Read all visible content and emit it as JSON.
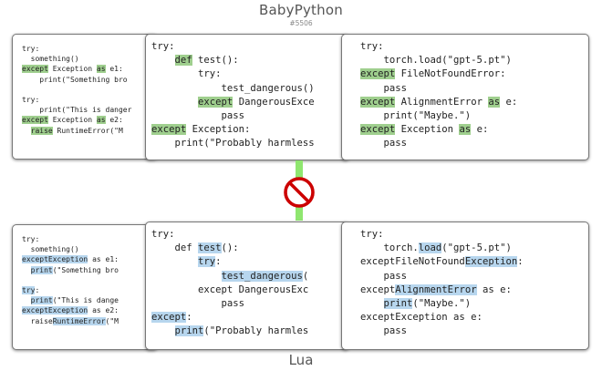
{
  "header": {
    "title": "BabyPython",
    "subtitle": "#5506"
  },
  "footer": {
    "title": "Lua"
  },
  "colors": {
    "python_highlight": "#9fcf8e",
    "lua_highlight": "#b7d6ee",
    "connector": "#8fe66f",
    "no_sign": "#cc0000"
  },
  "icons": {
    "connector_icon": "no-sign-icon"
  },
  "python": {
    "card1": [
      [
        "try:"
      ],
      [
        "  something()"
      ],
      [
        {
          "t": "except",
          "h": 1
        },
        " Exception ",
        {
          "t": "as",
          "h": 1
        },
        " e1:"
      ],
      [
        "    print(\"Something bro"
      ],
      [
        ""
      ],
      [
        "try:"
      ],
      [
        "    print(\"This is danger"
      ],
      [
        {
          "t": "except",
          "h": 1
        },
        " Exception ",
        {
          "t": "as",
          "h": 1
        },
        " e2:"
      ],
      [
        "  ",
        {
          "t": "raise",
          "h": 1
        },
        " RuntimeError(\"M"
      ]
    ],
    "card2": [
      [
        "try:"
      ],
      [
        "    ",
        {
          "t": "def",
          "h": 1
        },
        " test():"
      ],
      [
        "        try:"
      ],
      [
        "            test_dangerous()"
      ],
      [
        "        ",
        {
          "t": "except",
          "h": 1
        },
        " DangerousExce"
      ],
      [
        "            pass"
      ],
      [
        {
          "t": "except",
          "h": 1
        },
        " Exception:"
      ],
      [
        "    print(\"Probably harmless"
      ]
    ],
    "card3": [
      [
        "try:"
      ],
      [
        "    torch.load(\"gpt-5.pt\")"
      ],
      [
        {
          "t": "except",
          "h": 1
        },
        " FileNotFoundError:"
      ],
      [
        "    pass"
      ],
      [
        {
          "t": "except",
          "h": 1
        },
        " AlignmentError ",
        {
          "t": "as",
          "h": 1
        },
        " e:"
      ],
      [
        "    print(\"Maybe.\")"
      ],
      [
        {
          "t": "except",
          "h": 1
        },
        " Exception ",
        {
          "t": "as",
          "h": 1
        },
        " e:"
      ],
      [
        "    pass"
      ]
    ]
  },
  "lua": {
    "card1": [
      [
        "try:"
      ],
      [
        "  something()"
      ],
      [
        {
          "t": "exceptException",
          "h": 1
        },
        " as e1:"
      ],
      [
        "  ",
        {
          "t": "print",
          "h": 1
        },
        "(\"Something bro"
      ],
      [
        ""
      ],
      [
        {
          "t": "try",
          "h": 1
        },
        ":"
      ],
      [
        "  ",
        {
          "t": "print",
          "h": 1
        },
        "(\"This is dange"
      ],
      [
        {
          "t": "exceptException",
          "h": 1
        },
        " as e2:"
      ],
      [
        "  raise",
        {
          "t": "RuntimeError",
          "h": 1
        },
        "(\"M"
      ]
    ],
    "card2": [
      [
        "try:"
      ],
      [
        "    def ",
        {
          "t": "test",
          "h": 1
        },
        "():"
      ],
      [
        "        ",
        {
          "t": "try",
          "h": 1
        },
        ":"
      ],
      [
        "            ",
        {
          "t": "test_dangerous",
          "h": 1
        },
        "("
      ],
      [
        "        except DangerousExc"
      ],
      [
        "            pass"
      ],
      [
        {
          "t": "except",
          "h": 1
        },
        ":"
      ],
      [
        "    ",
        {
          "t": "print",
          "h": 1
        },
        "(\"Probably harmles"
      ]
    ],
    "card3": [
      [
        "try:"
      ],
      [
        "    torch.",
        {
          "t": "load",
          "h": 1
        },
        "(\"gpt-5.pt\")"
      ],
      [
        "exceptFileNotFound",
        {
          "t": "Exception",
          "h": 1
        },
        ":"
      ],
      [
        "    pass"
      ],
      [
        "except",
        {
          "t": "AlignmentError",
          "h": 1
        },
        " as e:"
      ],
      [
        "    ",
        {
          "t": "print",
          "h": 1
        },
        "(\"Maybe.\")"
      ],
      [
        "exceptException as e:"
      ],
      [
        "    pass"
      ]
    ]
  }
}
